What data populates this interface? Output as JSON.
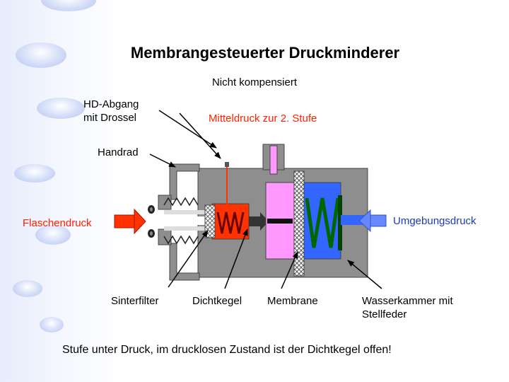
{
  "title": "Membrangesteuerter Druckminderer",
  "subtitle": "Nicht kompensiert",
  "labels": {
    "hd_abgang": "HD-Abgang\nmit Drossel",
    "mitteldruck": "Mitteldruck zur 2. Stufe",
    "handrad": "Handrad",
    "flaschendruck": "Flaschendruck",
    "umgebungsdruck": "Umgebungsdruck",
    "sinterfilter": "Sinterfilter",
    "dichtkegel": "Dichtkegel",
    "membrane": "Membrane",
    "wasserkammer": "Wasserkammer mit\nStellfeder"
  },
  "caption": "Stufe unter Druck, im drucklosen Zustand ist der Dichtkegel offen!",
  "colors": {
    "housing": "#8e8e8e",
    "high_pressure_chamber": "#ff3300",
    "medium_pressure_chamber": "#ff99ff",
    "water_chamber": "#3366ff",
    "spring": "#006600",
    "arrow_red": "#ff3300",
    "arrow_blue": "#6688ff",
    "accent_text_red": "#ff2000"
  }
}
